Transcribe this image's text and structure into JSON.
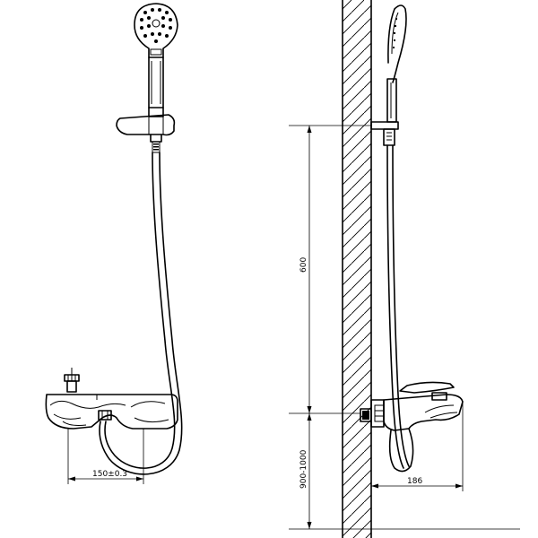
{
  "dimensions": {
    "mixer_spacing": "150±0.3",
    "wall_projection": "186",
    "bracket_height": "600",
    "mixer_height": "900-1000"
  },
  "colors": {
    "line": "#000000",
    "background": "#ffffff"
  }
}
